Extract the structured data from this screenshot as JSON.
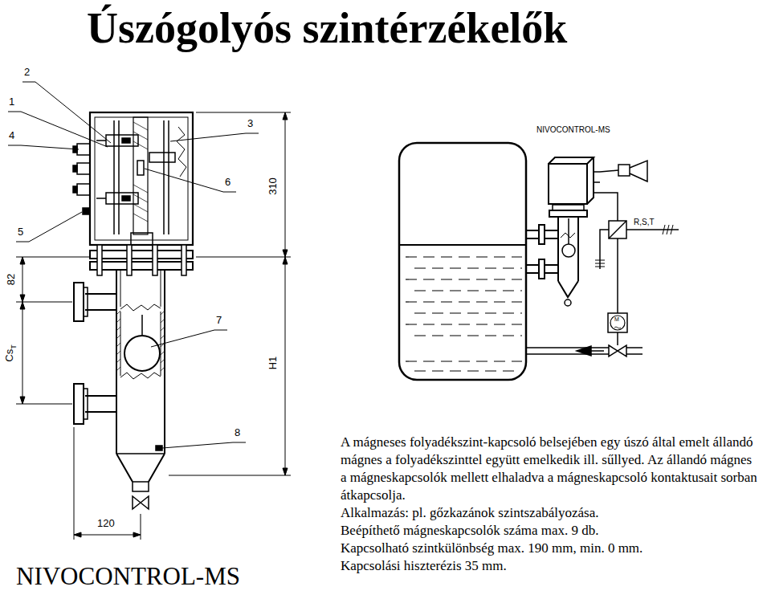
{
  "diagram": {
    "title": "Úszógolyós szintérzékelők",
    "caption": "NIVOCONTROL-MS",
    "labels": [
      "2",
      "1",
      "4",
      "3",
      "6",
      "5",
      "7",
      "8",
      "310",
      "82",
      "Cs",
      "T",
      "H1",
      "120",
      "NIVOCONTROL-MS",
      "R,S,T",
      "M",
      "A mágneses folyadékszint-kapcsoló belsejében egy úszó által emelt állandó mágnes a folyadékszinttel együtt emelkedik ill. sűllyed. Az állandó mágnes a mágneskapcsolók mellett elhaladva a mágneskapcsoló kontaktusait sorban átkapcsolja.",
      "Alkalmazás: pl. gőzkazánok szintszabályozása.",
      "Beépíthető mágneskapcsolók száma max. 9 db.",
      "Kapcsolható szintkülönbség max. 190 mm, min. 0 mm.",
      "Kapcsolási hiszterézis 35 mm."
    ]
  }
}
